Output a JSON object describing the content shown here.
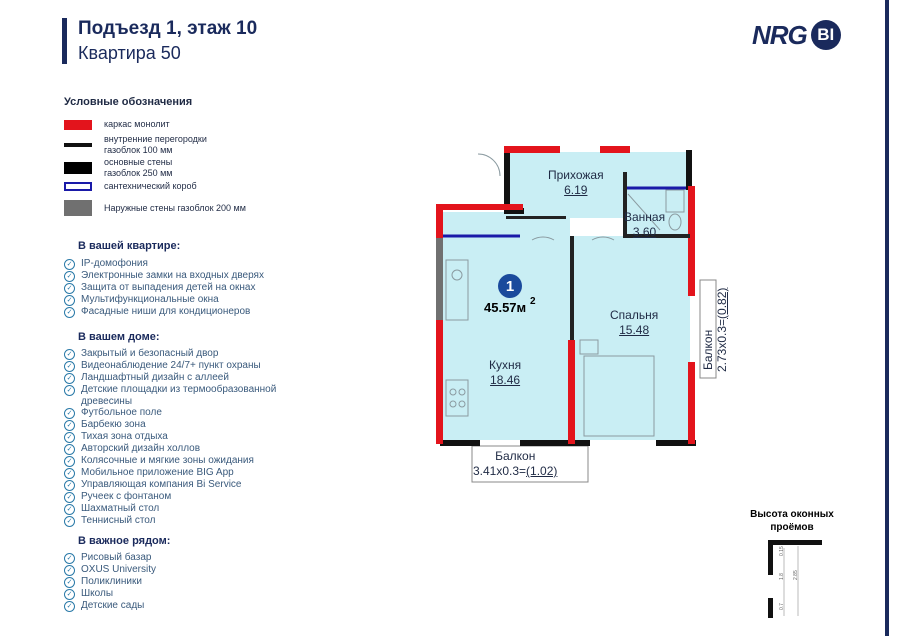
{
  "header": {
    "line1": "Подъезд 1, этаж 10",
    "line2": "Квартира 50",
    "accent_color": "#1a2a5c"
  },
  "logo": {
    "text": "NRG",
    "badge": "BI",
    "color": "#1a2a5c"
  },
  "legend": {
    "title": "Условные обозначения",
    "items": [
      {
        "label": "каркас монолит",
        "swatch": "red",
        "color": "#e3141c"
      },
      {
        "label": "внутренние перегородки\nгазоблок 100 мм",
        "swatch": "thin-black"
      },
      {
        "label": "основные стены\nгазоблок 250 мм",
        "swatch": "thick-black"
      },
      {
        "label": "сантехнический короб",
        "swatch": "blue-outline",
        "color": "#1a1aa8"
      },
      {
        "label": "Наружные стены газоблок 200 мм",
        "swatch": "gray",
        "color": "#707070"
      }
    ]
  },
  "apartment_features": {
    "title": "В вашей квартире:",
    "items": [
      "IP-домофония",
      "Электронные замки на входных дверях",
      "Защита от выпадения детей на окнах",
      "Мультифункциональные окна",
      "Фасадные ниши для кондиционеров"
    ]
  },
  "building_features": {
    "title": "В вашем доме:",
    "items": [
      "Закрытый и безопасный двор",
      "Видеонаблюдение 24/7+ пункт охраны",
      "Ландшафтный дизайн с аллеей",
      "Детские площадки из термообразованной древесины",
      "Футбольное поле",
      "Барбекю зона",
      "Тихая зона отдыха",
      "Авторский дизайн холлов",
      "Колясочные и мягкие зоны ожидания",
      "Мобильное приложение BIG App",
      "Управляющая компания Bi Service",
      "Ручеек с фонтаном",
      "Шахматный стол",
      "Теннисный стол"
    ]
  },
  "nearby": {
    "title": "В важное рядом:",
    "items": [
      "Рисовый базар",
      "OXUS University",
      "Поликлиники",
      "Школы",
      "Детские сады"
    ]
  },
  "floor_plan": {
    "unit_number": "1",
    "total_area": "45.57м",
    "total_area_sup": "2",
    "room_fill": "#c9eef4",
    "rooms": [
      {
        "name": "Прихожая",
        "area": "6.19"
      },
      {
        "name": "Ванная",
        "area": "3.60"
      },
      {
        "name": "Кухня",
        "area": "18.46"
      },
      {
        "name": "Спальня",
        "area": "15.48"
      }
    ],
    "balcony_bottom": {
      "name": "Балкон",
      "dims": "3.41х0.3=",
      "area": "(1.02)"
    },
    "balcony_right": {
      "name": "Балкон",
      "dims": "2.73х0.3=",
      "area": "(0.82)"
    }
  },
  "window_heights": {
    "title": "Высота оконных проёмов",
    "values": [
      "0.15",
      "1.8",
      "2.85",
      "0.7"
    ]
  }
}
